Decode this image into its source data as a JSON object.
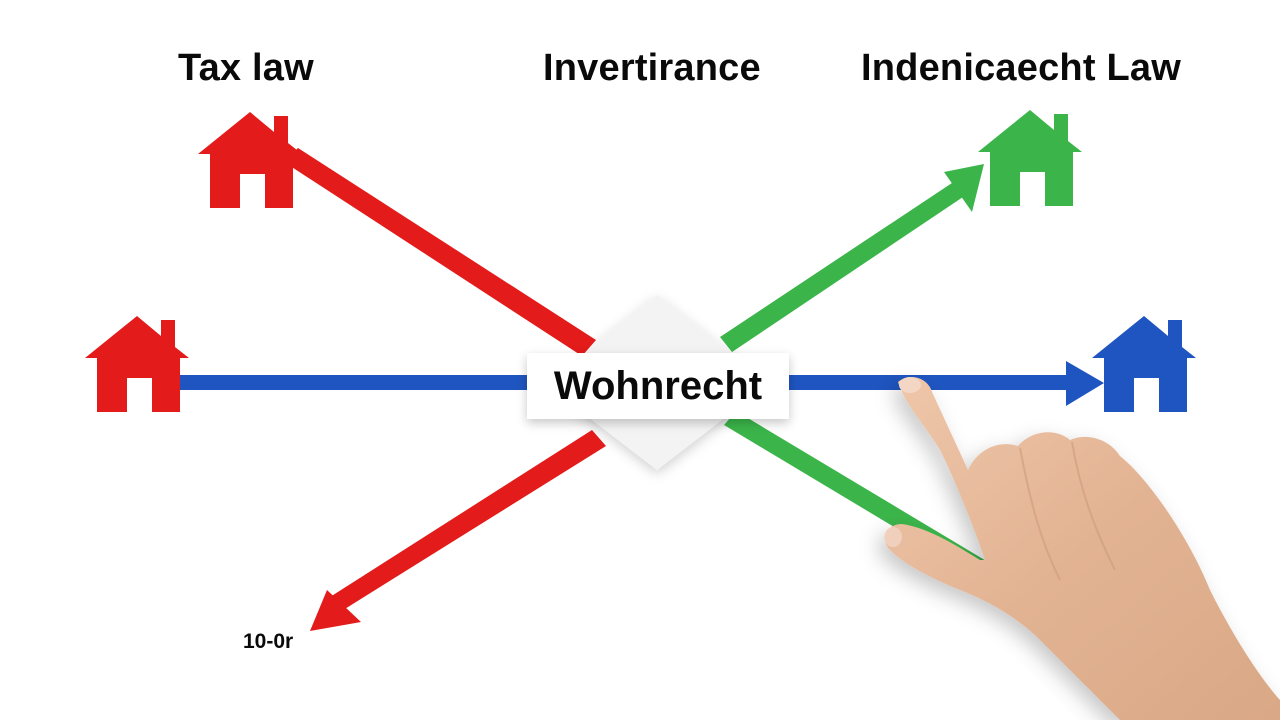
{
  "headings": {
    "left": "Tax law",
    "center": "Invertirance",
    "right": "Indenicaecht Law"
  },
  "center_node": {
    "label": "Wohnrecht"
  },
  "annotations": {
    "bottom_left": "10-0r"
  },
  "nodes": [
    {
      "id": "house-top-left",
      "icon": "house-icon",
      "color": "#e31b1b"
    },
    {
      "id": "house-mid-left",
      "icon": "house-icon",
      "color": "#e31b1b"
    },
    {
      "id": "house-top-right",
      "icon": "house-icon",
      "color": "#3bb54a"
    },
    {
      "id": "house-mid-right",
      "icon": "house-icon",
      "color": "#1f55c0"
    }
  ],
  "connectors": [
    {
      "from": "house-top-left",
      "to": "center",
      "color": "#e31b1b",
      "arrow": false
    },
    {
      "from": "center",
      "to": "bottom-left",
      "color": "#e31b1b",
      "arrow": true
    },
    {
      "from": "center",
      "to": "house-top-right",
      "color": "#3bb54a",
      "arrow": true
    },
    {
      "from": "center",
      "to": "bottom-right",
      "color": "#3bb54a",
      "arrow": false
    },
    {
      "from": "house-mid-left",
      "to": "house-mid-right",
      "color": "#1f55c0",
      "arrow": true
    }
  ],
  "colors": {
    "red": "#e31b1b",
    "green": "#3bb54a",
    "blue": "#1f55c0",
    "text": "#0a0a0a",
    "diamond": "#f2f2f2",
    "skin": "#e3b898"
  },
  "decorations": {
    "hand": "pointing-hand-icon"
  }
}
